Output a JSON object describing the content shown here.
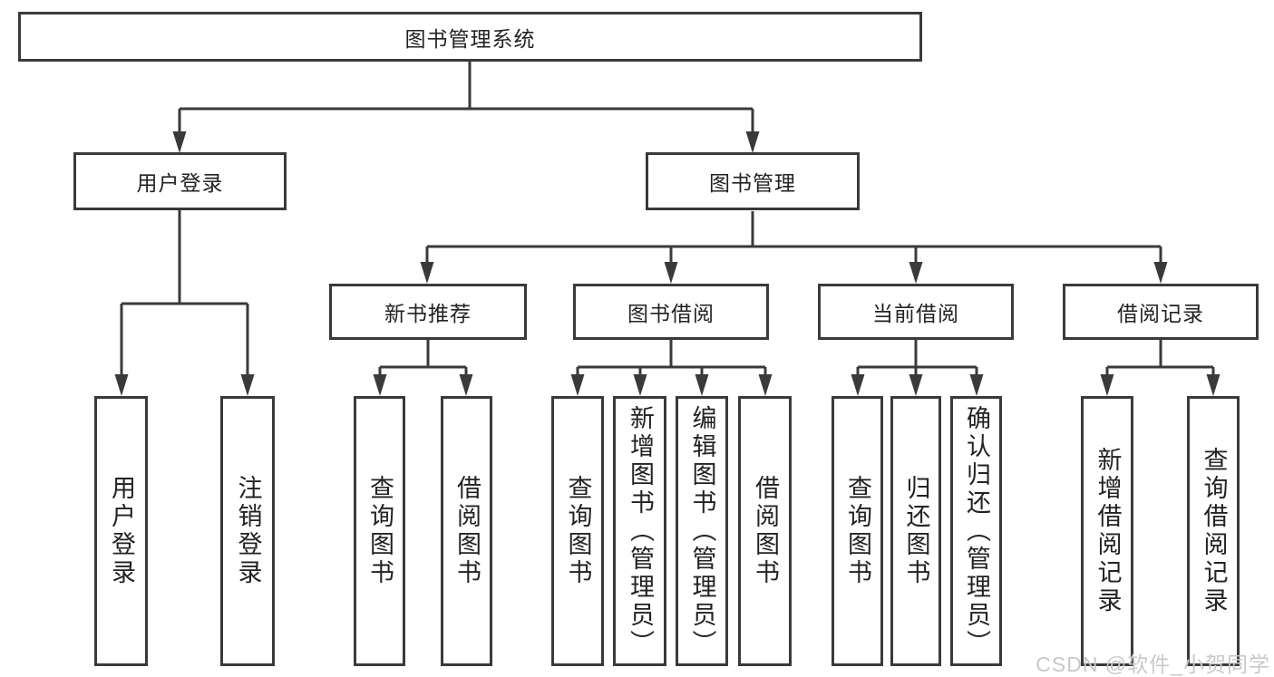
{
  "colors": {
    "line": "#3a3a3a",
    "box_border": "#3a3a3a",
    "text": "#222222",
    "background": "#ffffff",
    "watermark": "#c8c8c8"
  },
  "watermark": {
    "text": "CSDN @软件_小贺同学"
  },
  "tree": {
    "label": "图书管理系统",
    "children": [
      {
        "label": "用户登录",
        "children": [
          {
            "label": "用户登录"
          },
          {
            "label": "注销登录"
          }
        ]
      },
      {
        "label": "图书管理",
        "children": [
          {
            "label": "新书推荐",
            "children": [
              {
                "label": "查询图书"
              },
              {
                "label": "借阅图书"
              }
            ]
          },
          {
            "label": "图书借阅",
            "children": [
              {
                "label": "查询图书"
              },
              {
                "label": "新增图书（管理员）"
              },
              {
                "label": "编辑图书（管理员）"
              },
              {
                "label": "借阅图书"
              }
            ]
          },
          {
            "label": "当前借阅",
            "children": [
              {
                "label": "查询图书"
              },
              {
                "label": "归还图书"
              },
              {
                "label": "确认归还（管理员）"
              }
            ]
          },
          {
            "label": "借阅记录",
            "children": [
              {
                "label": "新增借阅记录"
              },
              {
                "label": "查询借阅记录"
              }
            ]
          }
        ]
      }
    ]
  }
}
